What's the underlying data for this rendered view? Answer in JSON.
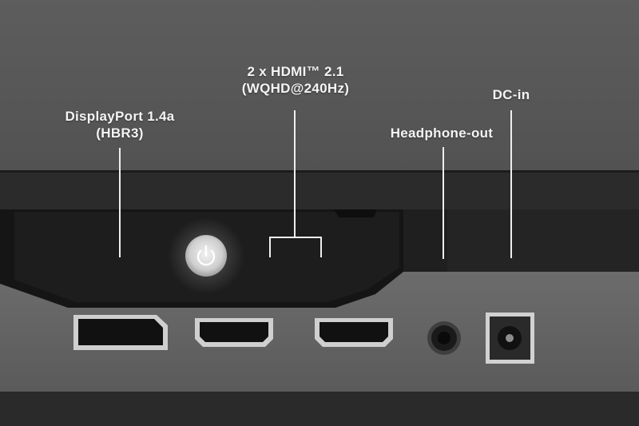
{
  "ports": [
    {
      "id": "displayport",
      "lines": [
        "DisplayPort 1.4a",
        "(HBR3)"
      ]
    },
    {
      "id": "hdmi",
      "lines": [
        "2 x HDMI™ 2.1",
        "(WQHD@240Hz)"
      ]
    },
    {
      "id": "headphone",
      "lines": [
        "Headphone-out"
      ]
    },
    {
      "id": "dc-in",
      "lines": [
        "DC-in"
      ]
    }
  ],
  "icons": {
    "power": "power-button-icon",
    "displayport": "displayport-port-icon",
    "hdmi": "hdmi-port-icon",
    "audio": "audio-jack-icon",
    "dc": "dc-power-jack-icon"
  },
  "colors": {
    "backdrop": "#585858",
    "label_text": "#f4f4f4",
    "power_glow": "#ffffff"
  }
}
